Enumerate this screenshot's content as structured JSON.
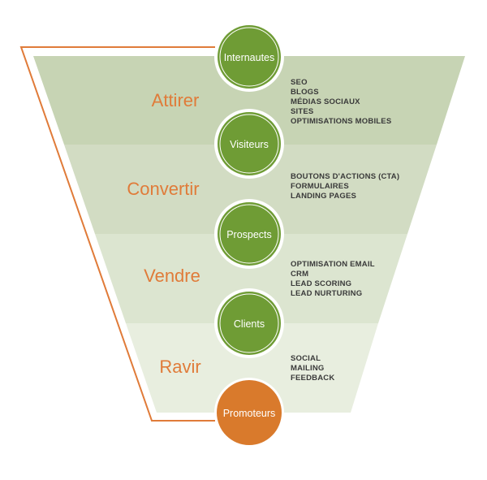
{
  "colors": {
    "band_1": "#c7d4b4",
    "band_2": "#d2dcc3",
    "band_3": "#dce5d0",
    "band_4": "#e8eedf",
    "outline": "#e07b39",
    "stage_text": "#e07b39",
    "circle_green": "#6f9c35",
    "circle_orange": "#d97a2c",
    "tactic_text": "#3a3a3a"
  },
  "stages": [
    {
      "label": "Attirer",
      "tactics": [
        "SEO",
        "BLOGS",
        "MÉDIAS SOCIAUX",
        "SITES",
        "OPTIMISATIONS MOBILES"
      ]
    },
    {
      "label": "Convertir",
      "tactics": [
        "BOUTONS D'ACTIONS (CTA)",
        "FORMULAIRES",
        "LANDING PAGES"
      ]
    },
    {
      "label": "Vendre",
      "tactics": [
        "OPTIMISATION EMAIL",
        "CRM",
        "LEAD SCORING",
        "LEAD NURTURING"
      ]
    },
    {
      "label": "Ravir",
      "tactics": [
        "SOCIAL",
        "MAILING",
        "FEEDBACK"
      ]
    }
  ],
  "milestones": [
    {
      "label": "Internautes",
      "color": "#6f9c35"
    },
    {
      "label": "Visiteurs",
      "color": "#6f9c35"
    },
    {
      "label": "Prospects",
      "color": "#6f9c35"
    },
    {
      "label": "Clients",
      "color": "#6f9c35"
    },
    {
      "label": "Promoteurs",
      "color": "#d97a2c"
    }
  ]
}
